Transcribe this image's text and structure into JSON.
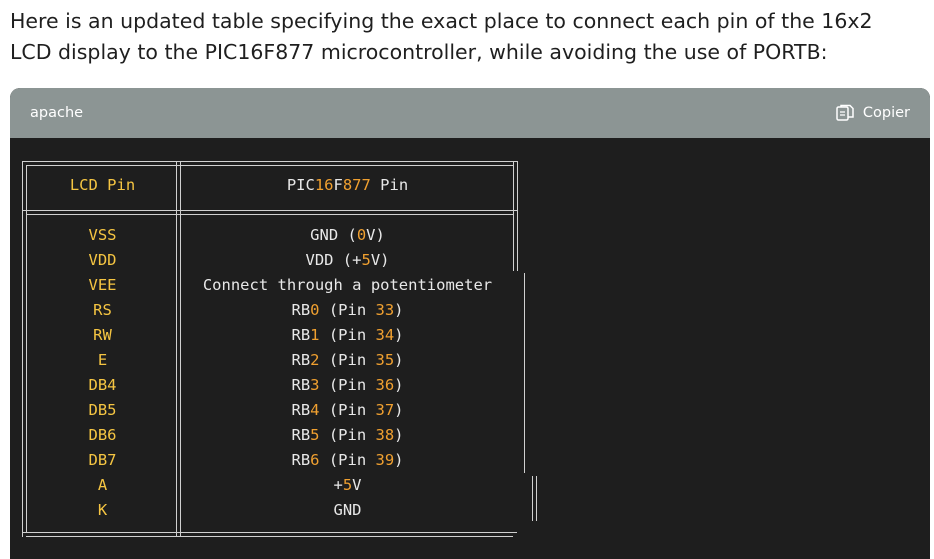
{
  "message": {
    "intro_text": "Here is an updated table specifying the exact place to connect each pin of the 16x2 LCD display to the PIC16F877 microcontroller, while avoiding the use of PORTB:"
  },
  "code_block": {
    "language": "apache",
    "copy_label": "Copier",
    "icon": "copy-icon",
    "colors": {
      "header_bg": "#8c9594",
      "body_bg": "#1e1e1e",
      "keyword": "#f5c542",
      "number": "#f0a030",
      "text": "#e8e8e8"
    },
    "table": {
      "header": {
        "col1": "LCD Pin",
        "col2": "PIC16F877 Pin"
      },
      "rows": [
        {
          "lcd": "VSS",
          "pic": "GND (0V)"
        },
        {
          "lcd": "VDD",
          "pic": "VDD (+5V)"
        },
        {
          "lcd": "VEE",
          "pic": "Connect through a potentiometer"
        },
        {
          "lcd": "RS",
          "pic": "RB0 (Pin 33)"
        },
        {
          "lcd": "RW",
          "pic": "RB1 (Pin 34)"
        },
        {
          "lcd": "E",
          "pic": "RB2 (Pin 35)"
        },
        {
          "lcd": "DB4",
          "pic": "RB3 (Pin 36)"
        },
        {
          "lcd": "DB5",
          "pic": "RB4 (Pin 37)"
        },
        {
          "lcd": "DB6",
          "pic": "RB5 (Pin 38)"
        },
        {
          "lcd": "DB7",
          "pic": "RB6 (Pin 39)"
        },
        {
          "lcd": "A",
          "pic": "+5V"
        },
        {
          "lcd": "K",
          "pic": "GND"
        }
      ]
    }
  }
}
